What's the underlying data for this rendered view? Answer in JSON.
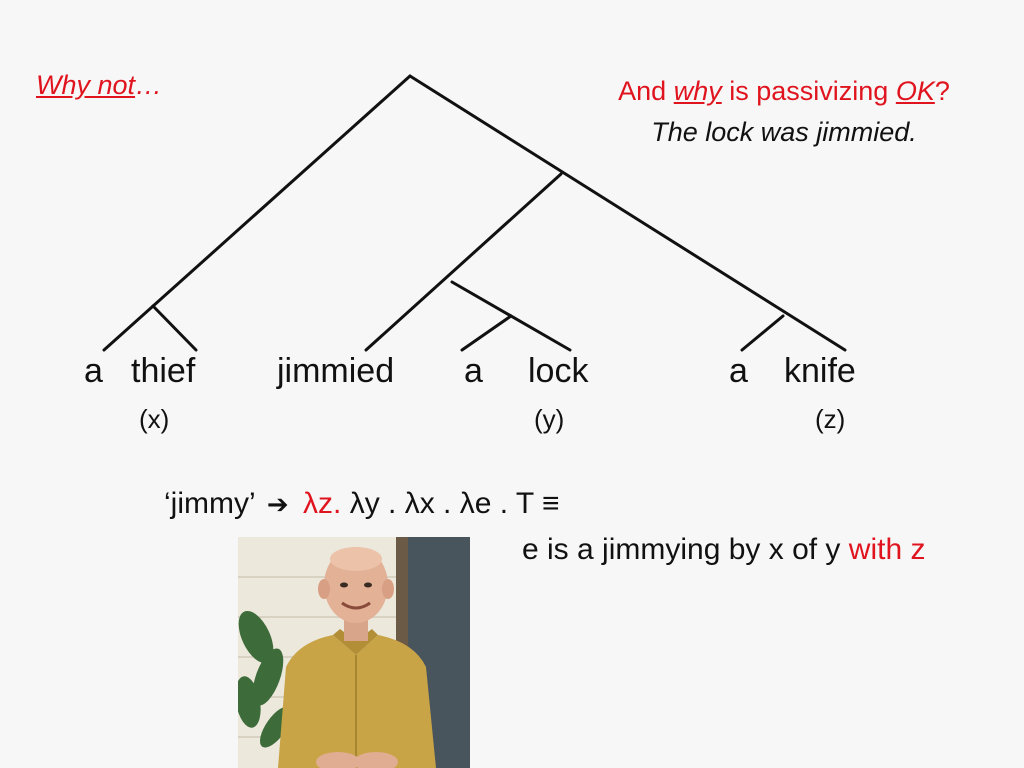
{
  "header_left": {
    "why": "Why",
    "not": "not",
    "ellipsis": "…"
  },
  "question": {
    "and": "And",
    "why": "why",
    "is_passivizing": "is passivizing",
    "ok": "OK",
    "qmark": "?",
    "example": "The lock was jimmied."
  },
  "words": {
    "a1": "a",
    "thief": "thief",
    "jimmied": "jimmied",
    "a2": "a",
    "lock": "lock",
    "a3": "a",
    "knife": "knife"
  },
  "vars": {
    "x": "(x)",
    "y": "(y)",
    "z": "(z)"
  },
  "formula": {
    "jimmy": "‘jimmy’",
    "arrow_icon": "arrow-right-icon",
    "lz": "λz.",
    "rest": "λy . λx . λe . T",
    "equiv": "≡",
    "line2": "e is a jimmying by x of y",
    "with_z": "with z"
  },
  "colors": {
    "accent_red": "#e0141e",
    "text": "#111111",
    "background": "#f7f7f7"
  }
}
